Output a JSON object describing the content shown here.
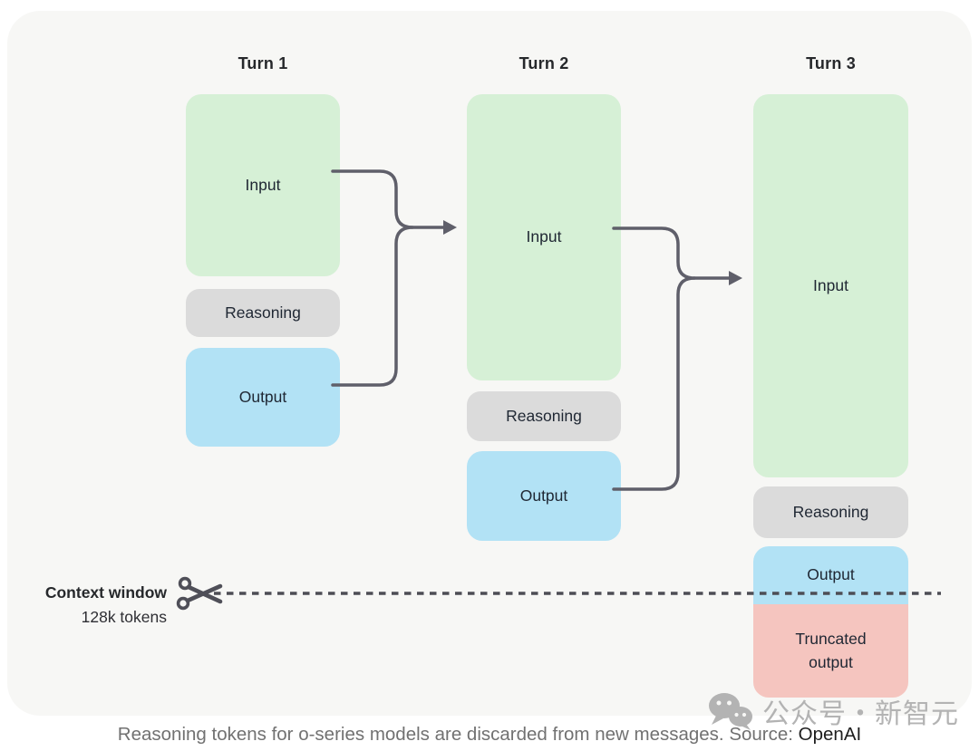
{
  "turns": [
    {
      "title": "Turn 1",
      "input": "Input",
      "reasoning": "Reasoning",
      "output": "Output"
    },
    {
      "title": "Turn 2",
      "input": "Input",
      "reasoning": "Reasoning",
      "output": "Output"
    },
    {
      "title": "Turn 3",
      "input": "Input",
      "reasoning": "Reasoning",
      "output": "Output",
      "truncated": "Truncated output"
    }
  ],
  "context_window": {
    "title": "Context window",
    "subtitle": "128k tokens"
  },
  "caption": {
    "text": "Reasoning tokens for o-series models are discarded from new messages. Source: ",
    "source": "OpenAI"
  },
  "watermark": {
    "label": "公众号・新智元"
  },
  "icons": {
    "cut": "scissors-icon",
    "watermark_logo": "wechat-chat-bubbles-icon"
  },
  "colors": {
    "canvas_bg": "#f7f7f5",
    "input_green": "#d6f0d6",
    "reasoning_gray": "#dbdbdb",
    "output_blue": "#b2e2f5",
    "truncated_pink": "#f5c5bf",
    "arrow": "#5f5f6a",
    "dashed_line": "#4d4d55"
  }
}
